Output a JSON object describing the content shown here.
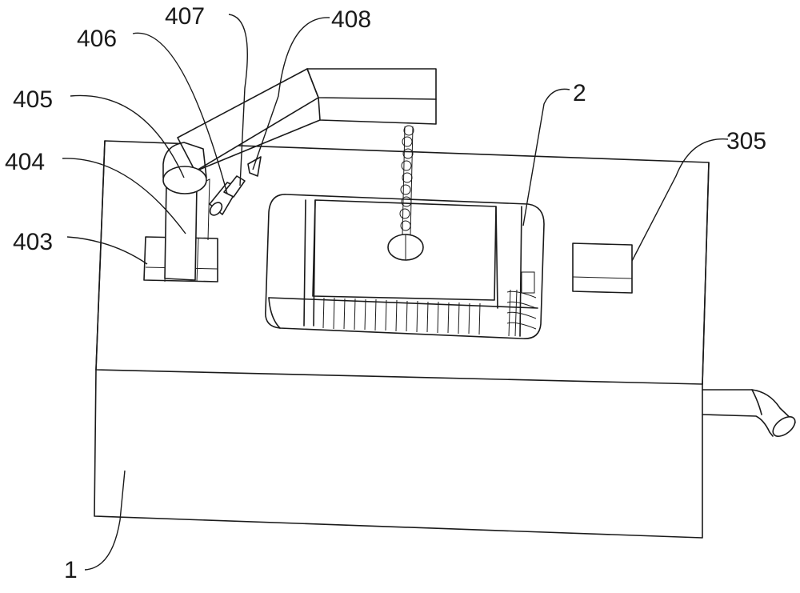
{
  "labels": {
    "l1": "1",
    "l2": "2",
    "l305": "305",
    "l403": "403",
    "l404": "404",
    "l405": "405",
    "l406": "406",
    "l407": "407",
    "l408": "408"
  },
  "colors": {
    "line": "#1a1a1a",
    "background": "#ffffff"
  }
}
